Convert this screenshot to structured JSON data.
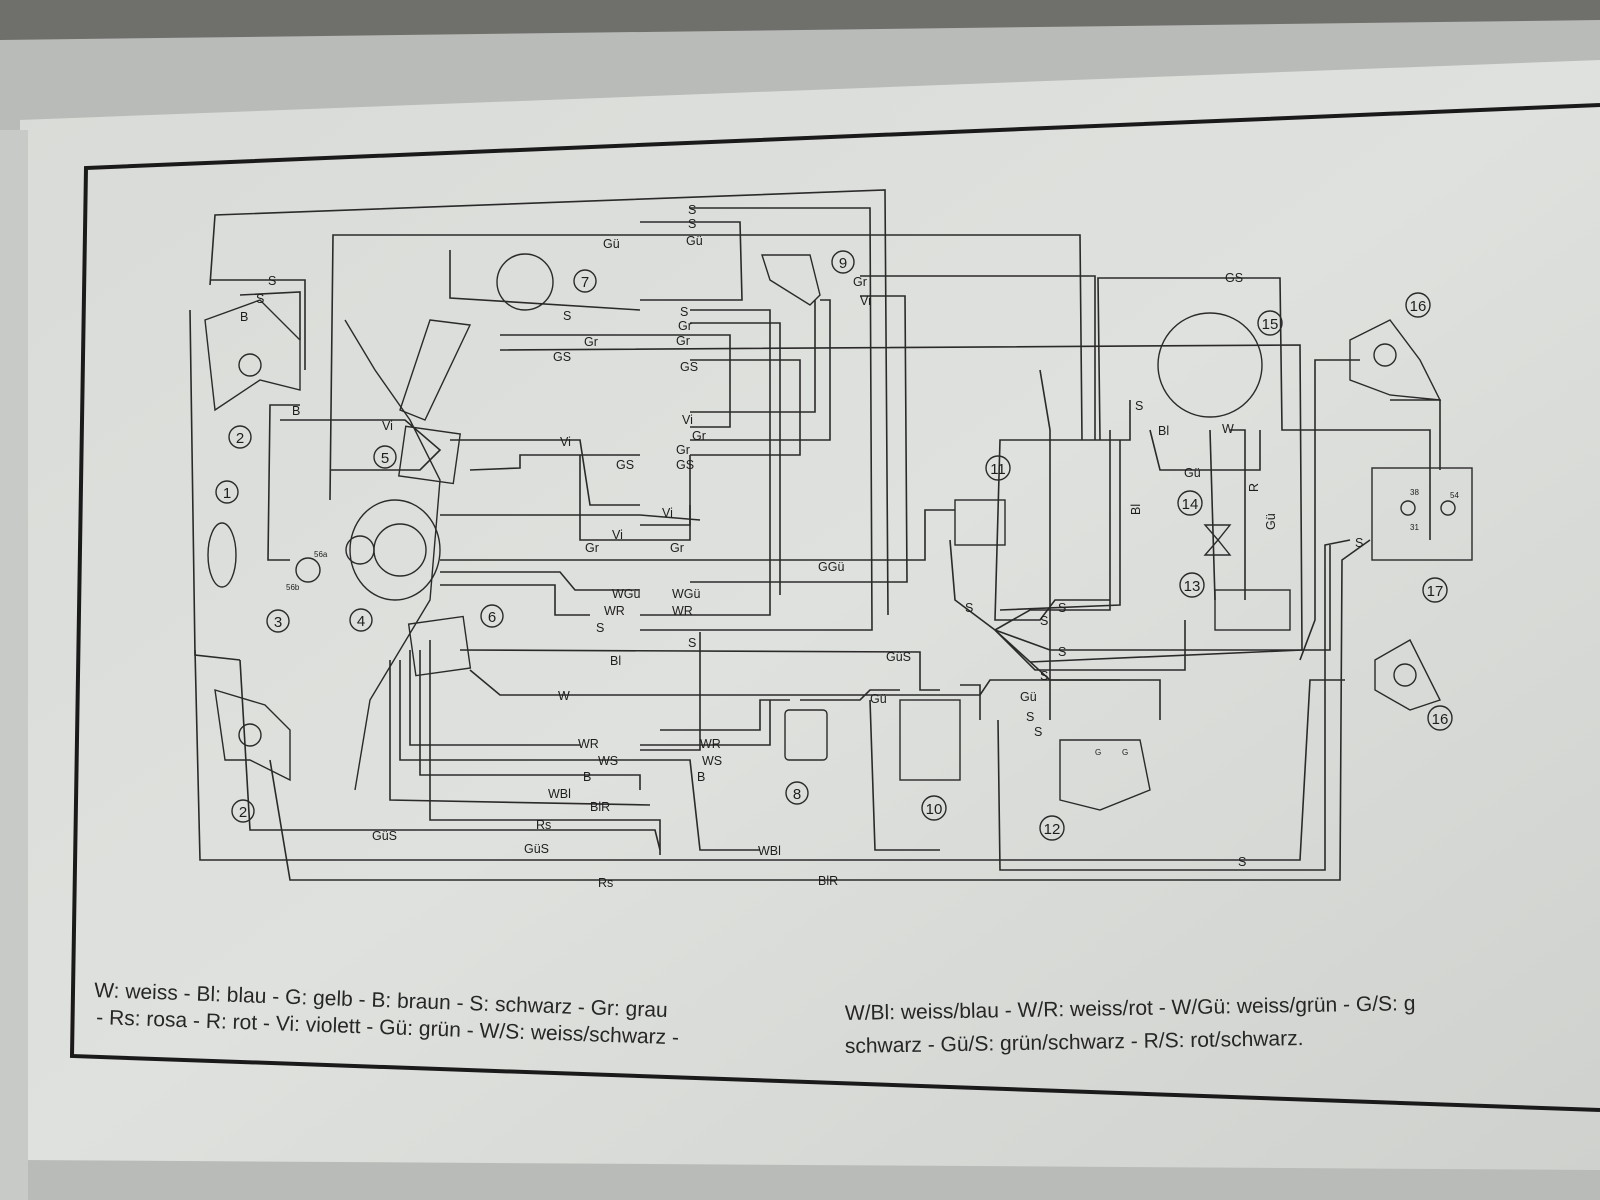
{
  "diagram": {
    "components": [
      "1",
      "2",
      "2",
      "3",
      "4",
      "5",
      "6",
      "7",
      "8",
      "9",
      "10",
      "11",
      "12",
      "13",
      "14",
      "15",
      "16",
      "16",
      "17"
    ],
    "terminals": [
      "56a",
      "56b",
      "38",
      "31",
      "54",
      "G",
      "G"
    ],
    "wire_labels": [
      "S",
      "S",
      "Gü",
      "Gü",
      "S",
      "S",
      "Gr",
      "Gr",
      "Gr",
      "GS",
      "GS",
      "Gr",
      "Vi",
      "GS",
      "B",
      "S",
      "S",
      "B",
      "Vi",
      "Vi",
      "Vi",
      "Gr",
      "Gr",
      "GS",
      "GS",
      "Vi",
      "Vi",
      "Gr",
      "Gr",
      "GGü",
      "WGü",
      "WGü",
      "WR",
      "WR",
      "S",
      "S",
      "Bl",
      "GüS",
      "W",
      "Gü",
      "Gü",
      "WR",
      "WR",
      "WS",
      "WS",
      "B",
      "B",
      "WBl",
      "BlR",
      "Rs",
      "GüS",
      "GüS",
      "WBl",
      "Rs",
      "BlR",
      "S",
      "S",
      "S",
      "S",
      "S",
      "S",
      "S",
      "S",
      "S",
      "S",
      "Bl",
      "W",
      "Gü",
      "Bl",
      "R",
      "Gü"
    ]
  },
  "legend": {
    "line1_left": "W: weiss - Bl: blau - G: gelb - B: braun - S: schwarz - Gr: grau",
    "line2_left": "- Rs: rosa - R: rot - Vi: violett - Gü: grün - W/S: weiss/schwarz -",
    "line1_right": "W/Bl: weiss/blau - W/R: weiss/rot - W/Gü: weiss/grün - G/S: g",
    "line2_right": "schwarz - Gü/S: grün/schwarz - R/S: rot/schwarz."
  }
}
